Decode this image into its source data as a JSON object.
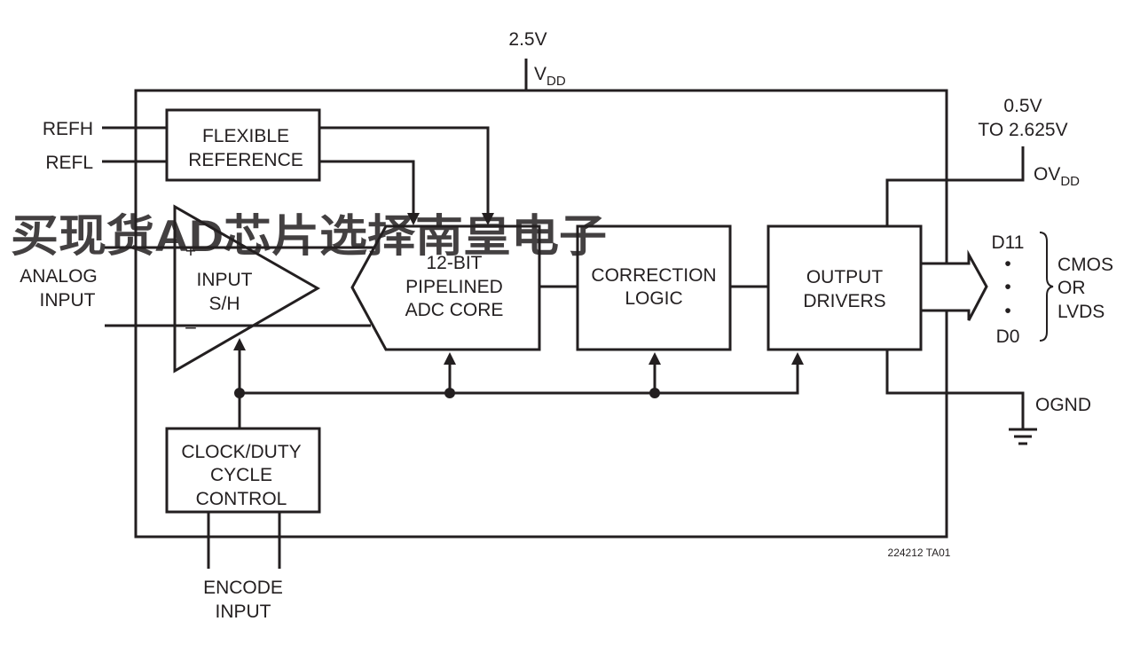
{
  "supply": {
    "vdd_voltage": "2.5V",
    "vdd_label": "V",
    "vdd_sub": "DD"
  },
  "output_supply": {
    "range_line1": "0.5V",
    "range_line2": "TO 2.625V",
    "ovdd_label": "OV",
    "ovdd_sub": "DD"
  },
  "inputs": {
    "refh": "REFH",
    "refl": "REFL",
    "analog_line1": "ANALOG",
    "analog_line2": "INPUT",
    "encode_line1": "ENCODE",
    "encode_line2": "INPUT"
  },
  "blocks": {
    "reference": [
      "FLEXIBLE",
      "REFERENCE"
    ],
    "sample_hold": [
      "INPUT",
      "S/H"
    ],
    "adc_core": [
      "12-BIT",
      "PIPELINED",
      "ADC CORE"
    ],
    "correction": [
      "CORRECTION",
      "LOGIC"
    ],
    "drivers": [
      "OUTPUT",
      "DRIVERS"
    ],
    "clock": [
      "CLOCK/DUTY",
      "CYCLE",
      "CONTROL"
    ]
  },
  "sh_plus": "+",
  "sh_minus": "–",
  "outputs": {
    "msb": "D11",
    "dots": [
      "•",
      "•",
      "•"
    ],
    "lsb": "D0",
    "modes": [
      "CMOS",
      "OR",
      "LVDS"
    ],
    "ground": "OGND"
  },
  "figure_id": "224212 TA01",
  "watermark": "买现货AD芯片选择南皇电子"
}
